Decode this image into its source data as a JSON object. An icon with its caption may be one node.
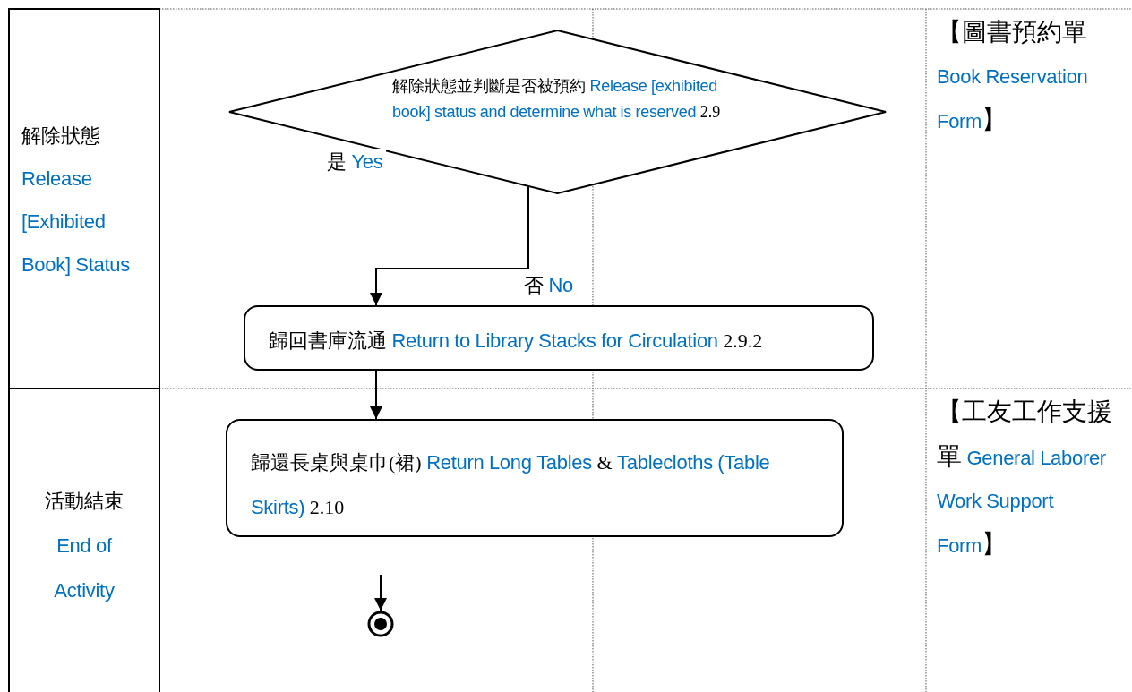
{
  "diagram": {
    "nodes": [
      {
        "text": [
          "解除狀態並判斷是否被預約 Release [exhibited book] status and determine what is reserved 2.9"
        ]
      },
      {
        "text": [
          "歸回書庫流通 Return to Library Stacks for Circulation 2.9.2"
        ]
      },
      {
        "text": [
          "歸還長桌與桌巾(裙) Return Long Tables & Tablecloths (Table Skirts) 2.10"
        ]
      },
      {
        "text": [],
        "shape": "circle"
      }
    ],
    "edges": [
      {
        "from": 0,
        "to": 1,
        "arrow": "to"
      },
      {
        "from": 1,
        "to": 2,
        "arrow": "to"
      },
      {
        "from": null,
        "to": 3,
        "arrow": "to"
      }
    ],
    "labels": [
      "解除狀態 Release [Exhibited Book] Status",
      "【圖書預約單 Book Reservation Form】",
      "是 Yes",
      "否 No",
      "活動結束 End of Activity",
      "【工友工作支援單 General Laborer Work Support Form】"
    ]
  }
}
